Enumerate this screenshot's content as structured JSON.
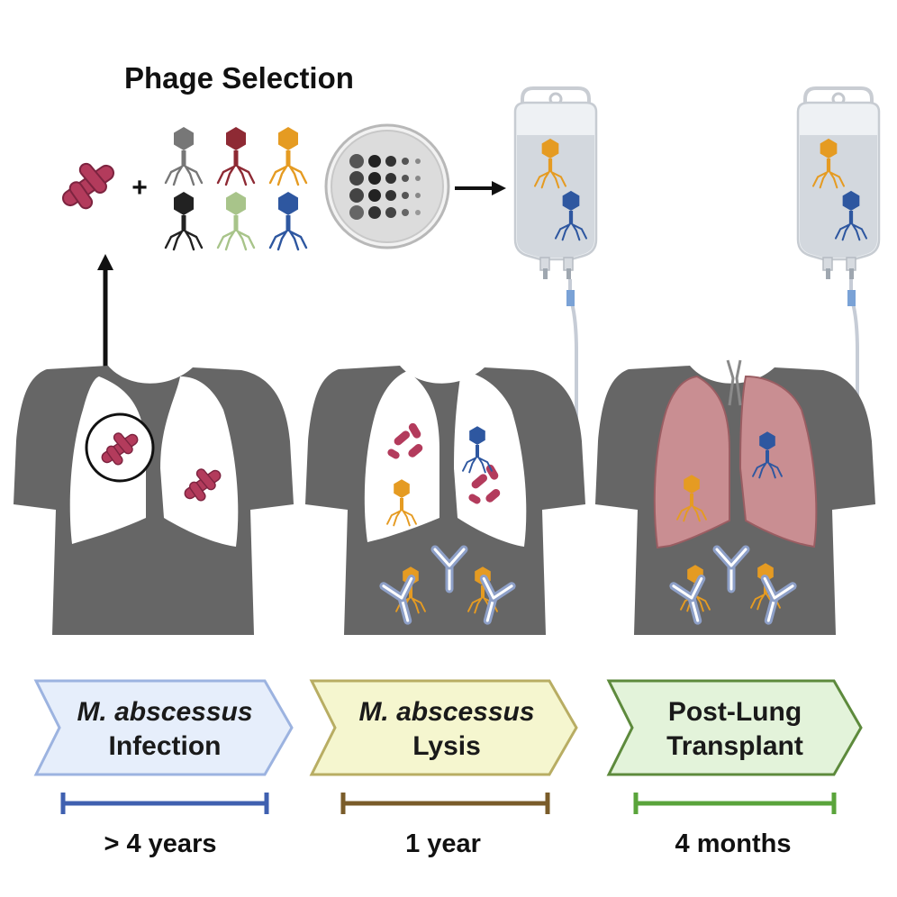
{
  "title": "Phage Selection",
  "plus_sign": "+",
  "colors": {
    "body": "#666666",
    "bacteria": "#b33b5c",
    "phage_gray": "#777777",
    "phage_red": "#8e2a34",
    "phage_orange": "#e59b22",
    "phage_black": "#222222",
    "phage_green": "#a8c48a",
    "phage_blue": "#2e57a0",
    "stage1_fill": "#e6eefb",
    "stage1_border": "#9cb3e0",
    "stage2_fill": "#f5f6cf",
    "stage2_border": "#b8ad63",
    "stage3_fill": "#e3f3da",
    "stage3_border": "#5d8a3c",
    "dur1": "#3f60b0",
    "dur2": "#7a5c2a",
    "dur3": "#5aa43b",
    "transplant_lung": "#c98e92"
  },
  "phage_palette": [
    "phage-gray",
    "phage-red",
    "phage-orange",
    "phage-black",
    "phage-green",
    "phage-blue"
  ],
  "icons": [
    "bacterium-icon",
    "phage-icon",
    "petri-dish-icon",
    "iv-bag-icon",
    "antibody-icon",
    "torso-icon",
    "lung-icon",
    "arrow-icon"
  ],
  "stages": [
    {
      "line1": "M. abscessus",
      "line2": "Infection",
      "duration": "> 4 years"
    },
    {
      "line1": "M. abscessus",
      "line2": "Lysis",
      "duration": "1 year"
    },
    {
      "line1": "Post-Lung",
      "line2": "Transplant",
      "duration": "4 months"
    }
  ]
}
